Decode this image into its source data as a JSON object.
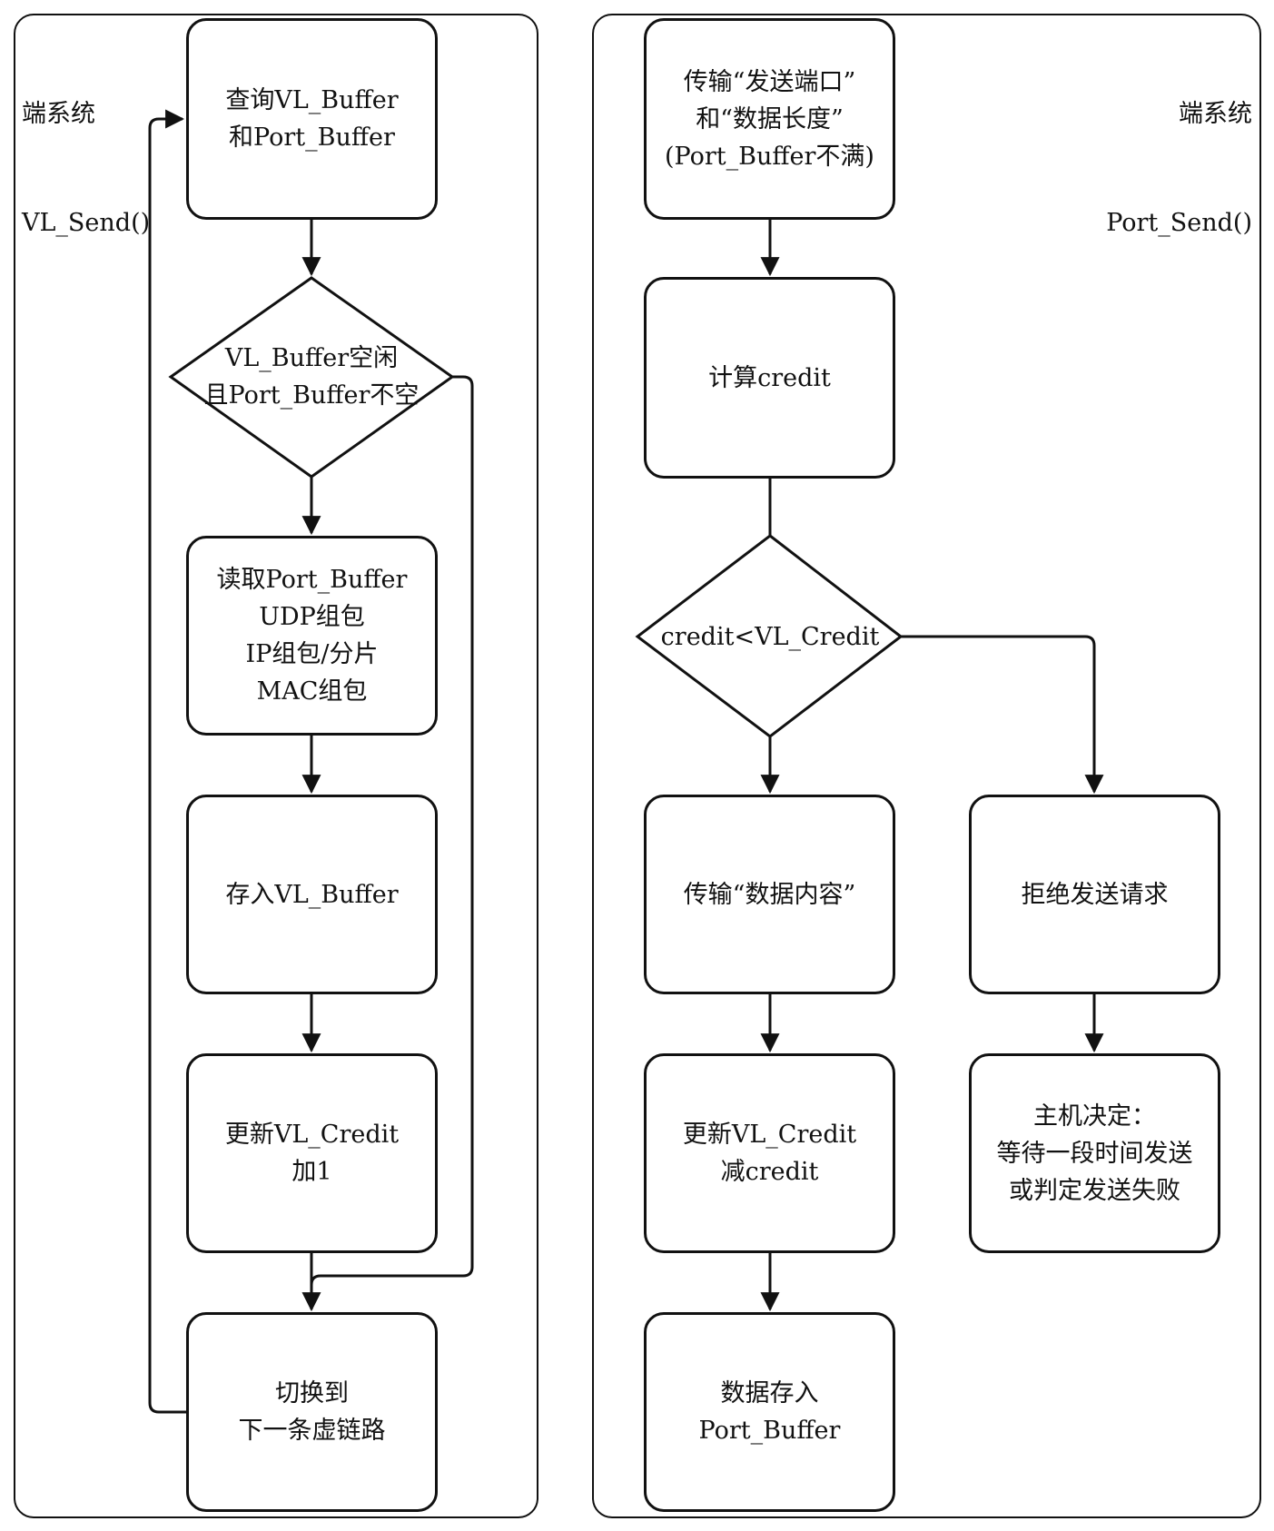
{
  "left_panel": {
    "title": [
      "端系统",
      "VL_Send()"
    ],
    "nodes": {
      "query": [
        "查询VL_Buffer",
        "和Port_Buffer"
      ],
      "decision": [
        "VL_Buffer空闲",
        "且Port_Buffer不空"
      ],
      "read": [
        "读取Port_Buffer",
        "UDP组包",
        "IP组包/分片",
        "MAC组包"
      ],
      "store": [
        "存入VL_Buffer"
      ],
      "update": [
        "更新VL_Credit",
        "加1"
      ],
      "switch": [
        "切换到",
        "下一条虚链路"
      ]
    }
  },
  "right_panel": {
    "title": [
      "端系统",
      "Port_Send()"
    ],
    "nodes": {
      "transmit_port": [
        "传输“发送端口”",
        "和“数据长度”",
        "(Port_Buffer不满)"
      ],
      "calc": [
        "计算credit"
      ],
      "decision": [
        "credit<VL_Credit"
      ],
      "transmit_data": [
        "传输“数据内容”"
      ],
      "reject": [
        "拒绝发送请求"
      ],
      "update": [
        "更新VL_Credit",
        "减credit"
      ],
      "host": [
        "主机决定：",
        "等待一段时间发送",
        "或判定发送失败"
      ],
      "save": [
        "数据存入",
        "Port_Buffer"
      ]
    }
  }
}
